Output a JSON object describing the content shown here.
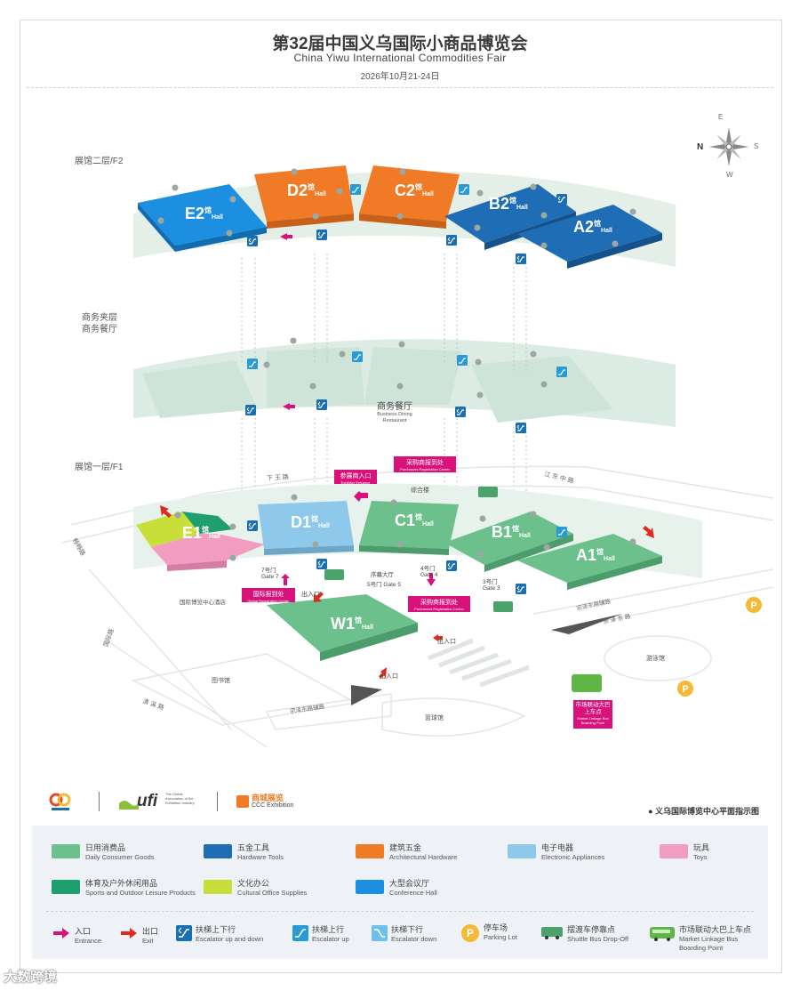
{
  "header": {
    "title_zh": "第32届中国义乌国际小商品博览会",
    "title_en": "China Yiwu International Commodities Fair",
    "date": "2026年10月21-24日"
  },
  "floors": {
    "f2": "展馆二层/F2",
    "mezz_line1": "商务夹层",
    "mezz_line2": "商务餐厅",
    "f1": "展馆一层/F1"
  },
  "compass": {
    "n": "N",
    "s": "S",
    "e": "E",
    "w": "W"
  },
  "halls": {
    "E2": {
      "name": "E2",
      "char": "馆",
      "en": "Hall"
    },
    "D2": {
      "name": "D2",
      "char": "馆",
      "en": "Hall"
    },
    "C2": {
      "name": "C2",
      "char": "馆",
      "en": "Hall"
    },
    "B2": {
      "name": "B2",
      "char": "馆",
      "en": "Hall"
    },
    "A2": {
      "name": "A2",
      "char": "馆",
      "en": "Hall"
    },
    "E1": {
      "name": "E1",
      "char": "馆",
      "en": "Hall"
    },
    "D1": {
      "name": "D1",
      "char": "馆",
      "en": "Hall"
    },
    "C1": {
      "name": "C1",
      "char": "馆",
      "en": "Hall"
    },
    "B1": {
      "name": "B1",
      "char": "馆",
      "en": "Hall"
    },
    "A1": {
      "name": "A1",
      "char": "馆",
      "en": "Hall"
    },
    "W1": {
      "name": "W1",
      "char": "馆",
      "en": "Hall"
    }
  },
  "mezzanine": {
    "restaurant_zh": "商务餐厅",
    "restaurant_en1": "Business Dining",
    "restaurant_en2": "Restaurant"
  },
  "map_labels": {
    "road_xiawang": "下 王 路",
    "road_jiangdong": "江 东 中 路",
    "road_zongheloud": "综合楼",
    "road_left1": "畅畅路",
    "road_left2": "国际博览中心酒店",
    "road_left3": "国际路",
    "library": "图书馆",
    "road_qingxi": "清 溪 路",
    "road_zongze": "宗泽东路辅路",
    "basketball": "篮球馆",
    "pool": "游泳馆",
    "road_right1": "宗泽东路辅路",
    "road_right2": "宗 泽 东 路",
    "lobby_zh": "序幕大厅",
    "gate5": "5号门 Gate 5",
    "gate7": "7号门",
    "gate7en": "Gate 7",
    "gate4": "4号门",
    "gate4en": "Gate 4",
    "gate3": "3号门",
    "gate3en": "Gate 3",
    "exit_entry_a": "出入口",
    "exit_entry_b": "出入口",
    "exit_entry_c": "出入口",
    "exhibitor_entrance_zh": "参展商入口",
    "exhibitor_entrance_en": "Exhibitor Entrance",
    "buyer_reg_top_zh": "采购商报到处",
    "buyer_reg_top_en": "Purchasers Registration Center",
    "intl_reg_zh": "国际报到处",
    "intl_reg_en": "Global Registration Center",
    "buyer_reg_bot_zh": "采购商报到处",
    "buyer_reg_bot_en": "Purchasers Registration Center",
    "bus_point_zh1": "市场联动大巴",
    "bus_point_zh2": "上车点",
    "bus_point_en1": "Market Linkage Bus",
    "bus_point_en2": "Boarding Point"
  },
  "footer": {
    "logo_ufi_text": "ufi",
    "logo_ufi_sub1": "The Global",
    "logo_ufi_sub2": "Association of the",
    "logo_ufi_sub3": "Exhibition Industry",
    "logo_ccc_zh": "商城展览",
    "logo_ccc_en": "CCC Exhibition",
    "caption": "● 义乌国际博览中心平面指示图"
  },
  "legend": {
    "categories": [
      {
        "zh": "日用消费品",
        "en": "Daily Consumer Goods",
        "color": "#6cc08b"
      },
      {
        "zh": "五金工具",
        "en": "Hardware Tools",
        "color": "#1f6db5"
      },
      {
        "zh": "建筑五金",
        "en": "Architectural Hardware",
        "color": "#f07a25"
      },
      {
        "zh": "电子电器",
        "en": "Electronic Appliances",
        "color": "#8ec8ea"
      },
      {
        "zh": "玩具",
        "en": "Toys",
        "color": "#f29cc2"
      },
      {
        "zh": "体育及户外休闲用品",
        "en": "Sports and Outdoor Leisure Products",
        "color": "#1f9e6e"
      },
      {
        "zh": "文化办公",
        "en": "Cultural Office Supplies",
        "color": "#c8df3a"
      },
      {
        "zh": "大型会议厅",
        "en": "Conference Hall",
        "color": "#1c8fe0"
      }
    ],
    "symbols": [
      {
        "zh": "入口",
        "en": "Entrance"
      },
      {
        "zh": "出口",
        "en": "Exit"
      },
      {
        "zh": "扶梯上下行",
        "en": "Escalator up and down"
      },
      {
        "zh": "扶梯上行",
        "en": "Escalator up"
      },
      {
        "zh": "扶梯下行",
        "en": "Escalator down"
      },
      {
        "zh": "停车场",
        "en": "Parking Lot"
      },
      {
        "zh": "摆渡车停靠点",
        "en": "Shuttle Bus Drop-Off"
      },
      {
        "zh": "市场联动大巴上车点",
        "en": "Market Linkage Bus",
        "en2": "Boarding Point"
      }
    ]
  },
  "watermark": "大数跨境",
  "colors": {
    "daily": "#6cc08b",
    "hardware": "#1f6db5",
    "arch": "#f07a25",
    "elec": "#8ec8ea",
    "toys": "#f29cc2",
    "sports": "#1f9e6e",
    "office": "#c8df3a",
    "conference": "#1c8fe0",
    "entrance": "#d8127a",
    "exit": "#e02a1c",
    "parking": "#f5b935"
  }
}
